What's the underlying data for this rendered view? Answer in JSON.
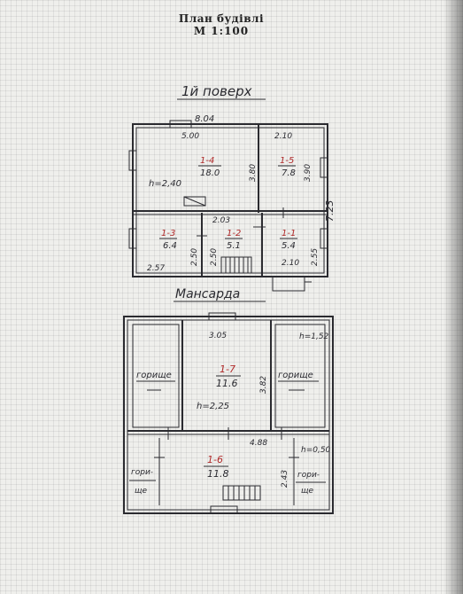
{
  "header": {
    "title": "План будівлі",
    "scale": "М 1:100"
  },
  "floor1": {
    "heading": "1й поверх",
    "ceiling_height": "h=2,40",
    "overall_width": "8.04",
    "overall_depth": "7.23",
    "dimensions": [
      "5.00",
      "2.10",
      "3.80",
      "3.90",
      "2.03",
      "2.50",
      "2.50",
      "2.55",
      "2.57",
      "2.10"
    ],
    "rooms": [
      {
        "code": "1-4",
        "area": "18.0"
      },
      {
        "code": "1-5",
        "area": "7.8"
      },
      {
        "code": "1-3",
        "area": "6.4"
      },
      {
        "code": "1-2",
        "area": "5.1"
      },
      {
        "code": "1-1",
        "area": "5.4"
      }
    ]
  },
  "attic": {
    "heading": "Мансарда",
    "ceiling_height": "h=2,25",
    "height_right": "h=1,52",
    "height_lower": "h=0,50",
    "dimensions": [
      "3.05",
      "3.82",
      "4.88",
      "2.43"
    ],
    "rooms": [
      {
        "code": "1-7",
        "area": "11.6"
      },
      {
        "code": "1-6",
        "area": "11.8"
      }
    ],
    "storage_label": "горище",
    "storage_small_top": "гори-",
    "storage_small_bottom": "ще"
  },
  "colors": {
    "ink": "#2b2b30",
    "room_code": "#b02a2a",
    "paper": "#efefec"
  }
}
